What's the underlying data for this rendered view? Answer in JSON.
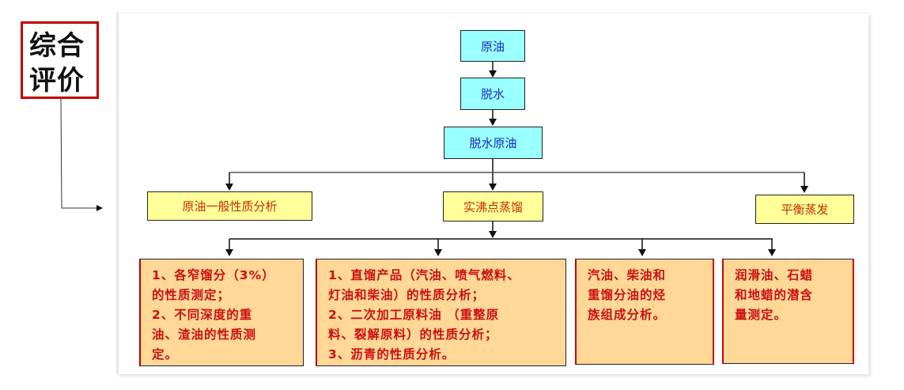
{
  "side_label": {
    "text": "综合\n评价",
    "border_color": "#c00000"
  },
  "flow": {
    "crude": "原油",
    "dewater": "脱水",
    "dewatered_crude": "脱水原油",
    "branches": {
      "general": "原油一般性质分析",
      "tbp": "实沸点蒸馏",
      "flash": "平衡蒸发"
    },
    "details": [
      {
        "text": "1、各窄馏分（3%）\n的性质测定；\n2、不同深度的重\n油、渣油的性质测\n定。"
      },
      {
        "text": "1、直馏产品（汽油、喷气燃料、\n灯油和柴油）的性质分析；\n2、二次加工原料油 （重整原\n料、裂解原料）的性质分析；\n3、沥青的性质分析。"
      },
      {
        "text": "汽油、柴油和\n重馏分油的烃\n族组成分析。"
      },
      {
        "text": "润滑油、石蜡\n和地蜡的潜含\n量测定。"
      }
    ]
  },
  "colors": {
    "cyan_fill": "#99ffff",
    "cyan_text": "#1a2cb8",
    "yellow_fill": "#ffff99",
    "yellow_text": "#c03000",
    "orange_fill": "#ffd898",
    "orange_text": "#cc1010"
  }
}
